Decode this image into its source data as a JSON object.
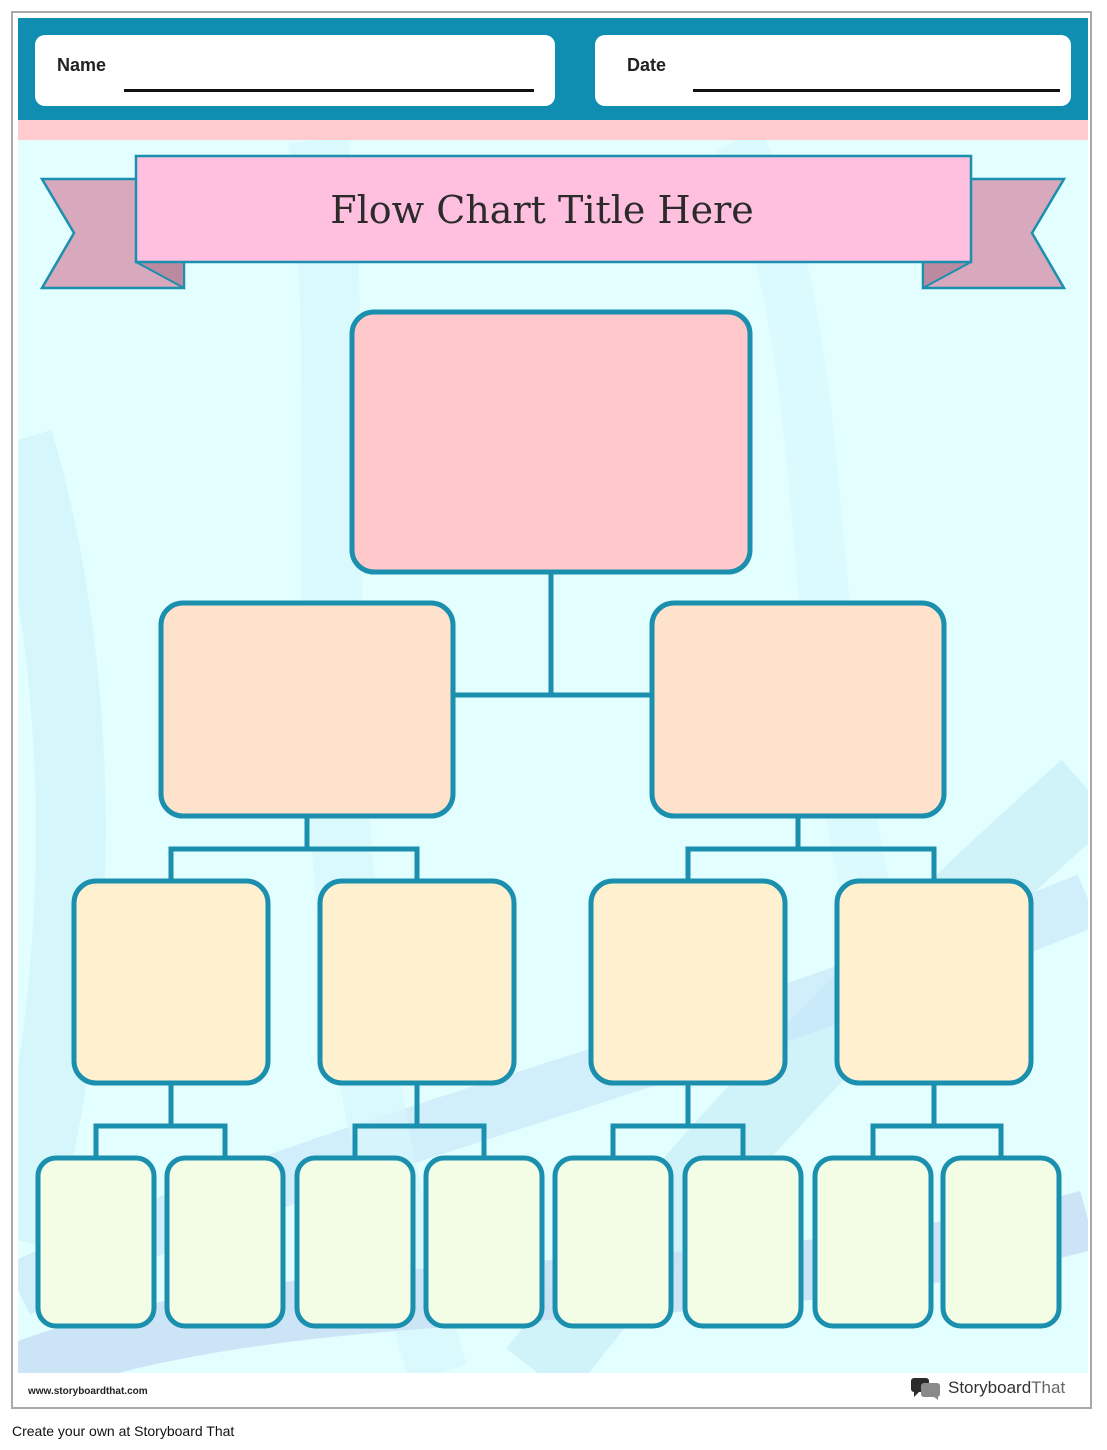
{
  "header": {
    "name_label": "Name",
    "date_label": "Date"
  },
  "title": "Flow Chart Title Here",
  "footer": {
    "url": "www.storyboardthat.com",
    "brand_name": "Storyboard",
    "brand_suffix": "That",
    "caption": "Create your own at Storyboard That"
  },
  "icons": {
    "brand_logo": "speech-bubbles-icon"
  },
  "colors": {
    "header_bar": "#0f8eb1",
    "box_border": "#1a8fae",
    "level1_fill": "#ffc9cc",
    "level2_fill": "#ffe2cb",
    "level3_fill": "#fff0cf",
    "level4_fill": "#f3fde5",
    "ribbon_main": "#ffc0e0",
    "ribbon_tail": "#d8a8bd",
    "background": "#e2feff"
  },
  "tree": {
    "levels": [
      1,
      2,
      4,
      8
    ]
  }
}
